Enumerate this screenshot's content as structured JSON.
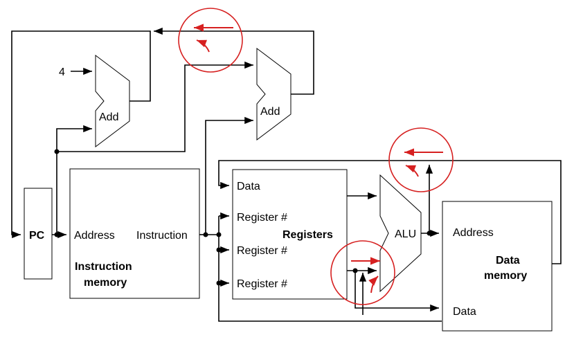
{
  "colors": {
    "wire": "#000000",
    "highlight": "#d62020",
    "box_fill": "#ffffff"
  },
  "labels": {
    "four": "4",
    "add_pc": "Add",
    "add_branch": "Add",
    "pc": "PC",
    "address": "Address",
    "instruction": "Instruction",
    "instruction_memory_line1": "Instruction",
    "instruction_memory_line2": "memory",
    "reg_data": "Data",
    "reg_num_1": "Register #",
    "reg_num_2": "Register #",
    "reg_num_3": "Register #",
    "registers": "Registers",
    "alu": "ALU",
    "dm_address": "Address",
    "dm_data": "Data",
    "data_memory_line1": "Data",
    "data_memory_line2": "memory"
  }
}
